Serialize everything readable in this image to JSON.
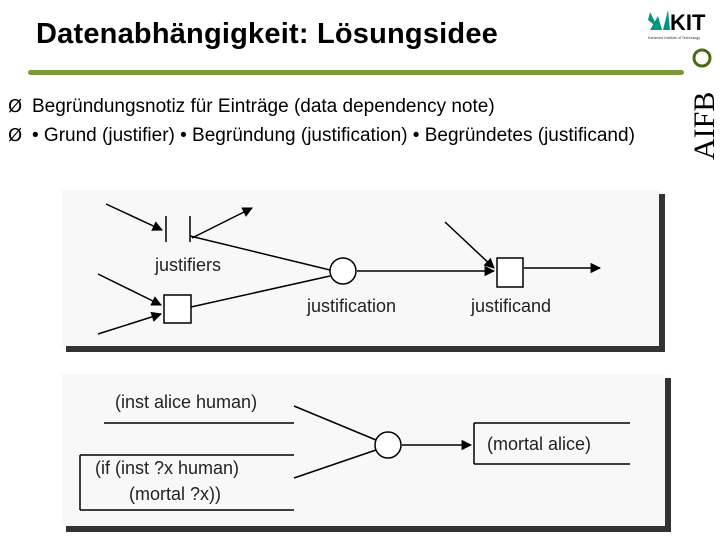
{
  "slide": {
    "title": "Datenabhängigkeit: Lösungsidee"
  },
  "logos": {
    "kit": {
      "text": "KIT",
      "tagline": "Karlsruhe Institute of Technology"
    },
    "aifb": {
      "text": "AIFB"
    }
  },
  "colors": {
    "title_rule": "#7a9a3c",
    "panel_bg": "#f8f8f8",
    "panel_shadow": "#333333"
  },
  "bullets": [
    {
      "marker": "Ø",
      "text": "Begründungsnotiz für Einträge (data dependency note)"
    },
    {
      "marker": "Ø",
      "text": "• Grund (justifier) • Begründung (justification) • Begründetes (justificand)"
    }
  ],
  "diagram_top": {
    "labels": {
      "justifiers": "justifiers",
      "justification": "justification",
      "justificand": "justificand"
    }
  },
  "diagram_bottom": {
    "premise_1": "(inst alice human)",
    "premise_2_line_1": "(if (inst ?x  human)",
    "premise_2_line_2": "(mortal ?x))",
    "conclusion": "(mortal alice)"
  }
}
